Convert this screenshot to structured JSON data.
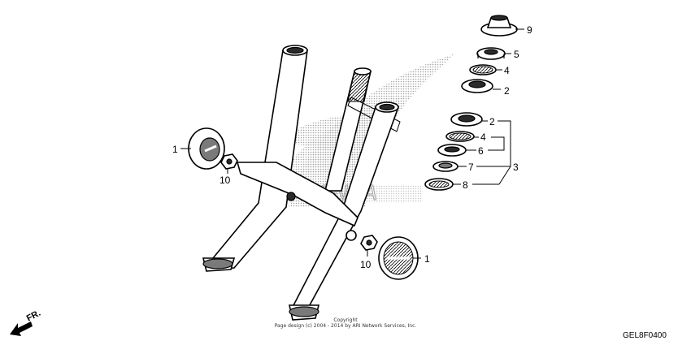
{
  "diagram": {
    "callouts": {
      "c1a": "1",
      "c10a": "10",
      "c10b": "10",
      "c1b": "1",
      "c9": "9",
      "c5": "5",
      "c4a": "4",
      "c2a": "2",
      "c2b": "2",
      "c4b": "4",
      "c6": "6",
      "c7": "7",
      "c3": "3",
      "c8": "8"
    },
    "copyright_line1": "Copyright",
    "copyright_line2": "Page design (c) 2004 - 2014 by ARI Network Services, Inc.",
    "diagram_code": "GEL8F0400",
    "direction_label": "FR.",
    "watermark_text": "HONDA"
  }
}
